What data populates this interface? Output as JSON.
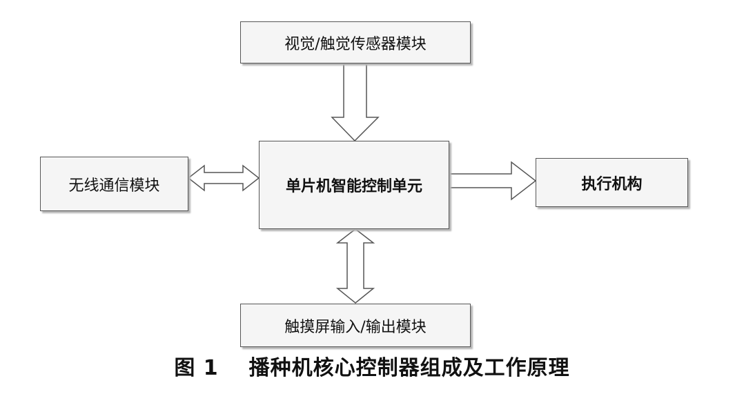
{
  "diagram": {
    "sensor_module": "视觉/触觉传感器模块",
    "central_unit": "单片机智能控制单元",
    "wireless_module": "无线通信模块",
    "actuator": "执行机构",
    "touchscreen_module": "触摸屏输入/输出模块"
  },
  "caption": {
    "figure_number": "图 1",
    "title": "播种机核心控制器组成及工作原理"
  }
}
